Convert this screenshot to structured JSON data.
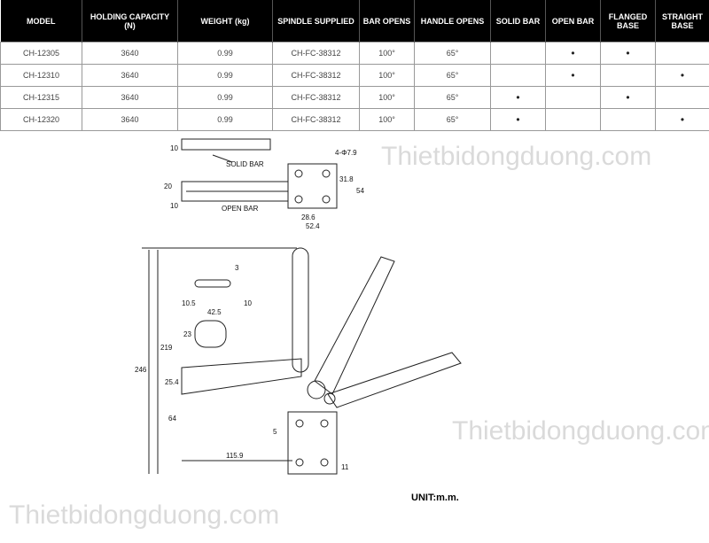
{
  "table": {
    "headers": [
      "MODEL",
      "HOLDING CAPACITY (N)",
      "WEIGHT (kg)",
      "SPINDLE SUPPLIED",
      "BAR OPENS",
      "HANDLE OPENS",
      "SOLID BAR",
      "OPEN BAR",
      "FLANGED BASE",
      "STRAIGHT BASE"
    ],
    "rows": [
      [
        "CH-12305",
        "3640",
        "0.99",
        "CH-FC-38312",
        "100°",
        "65°",
        "",
        "•",
        "•",
        ""
      ],
      [
        "CH-12310",
        "3640",
        "0.99",
        "CH-FC-38312",
        "100°",
        "65°",
        "",
        "•",
        "",
        "•"
      ],
      [
        "CH-12315",
        "3640",
        "0.99",
        "CH-FC-38312",
        "100°",
        "65°",
        "•",
        "",
        "•",
        ""
      ],
      [
        "CH-12320",
        "3640",
        "0.99",
        "CH-FC-38312",
        "100°",
        "65°",
        "•",
        "",
        "",
        "•"
      ]
    ]
  },
  "drawing": {
    "solid_bar": "SOLID BAR",
    "open_bar": "OPEN BAR",
    "holes": "4-Φ7.9",
    "dims": {
      "d10a": "10",
      "d20": "20",
      "d10b": "10",
      "d31_8": "31.8",
      "d54": "54",
      "d28_6": "28.6",
      "d52_4": "52.4",
      "d3": "3",
      "d10_5": "10.5",
      "d42_5": "42.5",
      "d10c": "10",
      "d23": "23",
      "d246": "246",
      "d219": "219",
      "d25_4": "25.4",
      "d64": "64",
      "d5": "5",
      "d115_9": "115.9",
      "d11": "11"
    }
  },
  "unit": "UNIT:m.m.",
  "watermark": "Thietbidongduong.com"
}
